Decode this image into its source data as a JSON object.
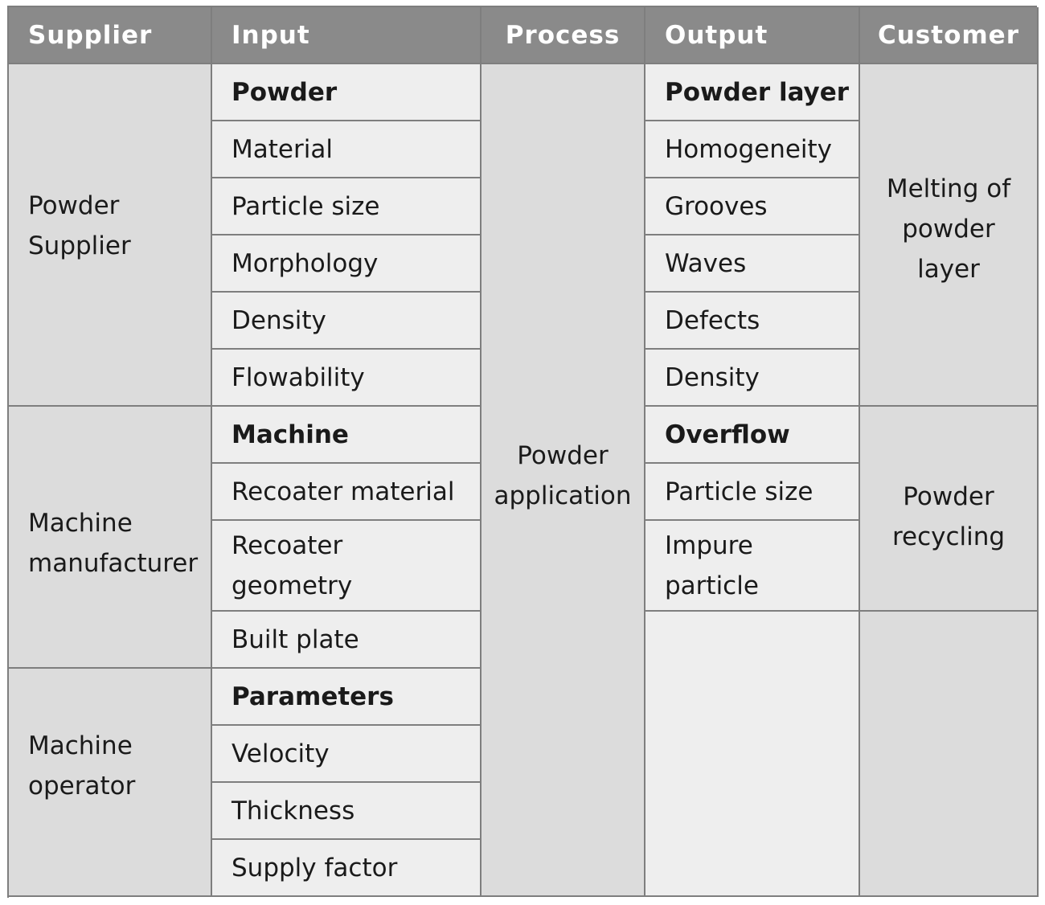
{
  "headers": {
    "supplier": "Supplier",
    "input": "Input",
    "process": "Process",
    "output": "Output",
    "customer": "Customer"
  },
  "supplier": {
    "group1": "Powder\nSupplier",
    "group2": "Machine\nmanufacturer",
    "group3": "Machine\noperator"
  },
  "input": {
    "powder": {
      "heading": "Powder",
      "items": [
        "Material",
        "Particle size",
        "Morphology",
        "Density",
        "Flowability"
      ]
    },
    "machine": {
      "heading": "Machine",
      "items": [
        "Recoater material",
        "Recoater\ngeometry",
        "Built plate"
      ]
    },
    "parameters": {
      "heading": "Parameters",
      "items": [
        "Velocity",
        "Thickness",
        "Supply factor"
      ]
    }
  },
  "process": {
    "label": "Powder\napplication"
  },
  "output": {
    "powder_layer": {
      "heading": "Powder layer",
      "items": [
        "Homogeneity",
        "Grooves",
        "Waves",
        "Defects",
        "Density"
      ]
    },
    "overflow": {
      "heading": "Overflow",
      "items": [
        "Particle size",
        "Impure\nparticle"
      ]
    }
  },
  "customer": {
    "group1": "Melting of\npowder\nlayer",
    "group2": "Powder\nrecycling"
  }
}
